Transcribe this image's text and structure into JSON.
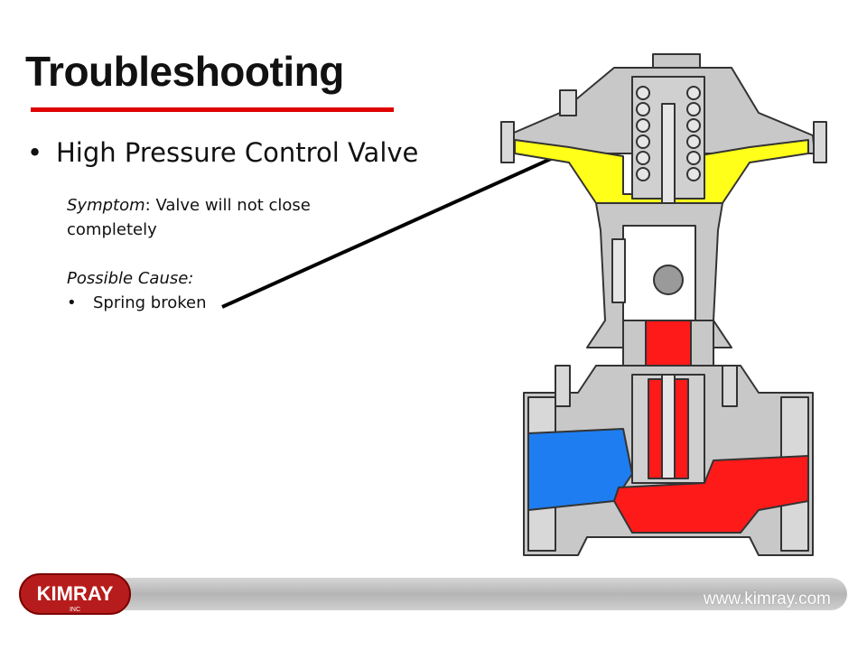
{
  "slide": {
    "title": "Troubleshooting",
    "main_bullet": "High Pressure Control Valve",
    "symptom_label": "Symptom",
    "symptom_text_1": ": Valve will not close",
    "symptom_text_2": "completely",
    "cause_label": "Possible Cause:",
    "cause_item": "Spring broken",
    "bullet_char": "•"
  },
  "footer": {
    "url": "www.kimray.com",
    "logo_text": "KIMRAY",
    "logo_sub": "INC"
  },
  "colors": {
    "accent_red": "#e00000",
    "upstream_red": "#ff1a1a",
    "downstream_blue": "#1e7df0",
    "diaphragm_yellow": "#ffff1a",
    "body_gray": "#c8c8c8"
  }
}
